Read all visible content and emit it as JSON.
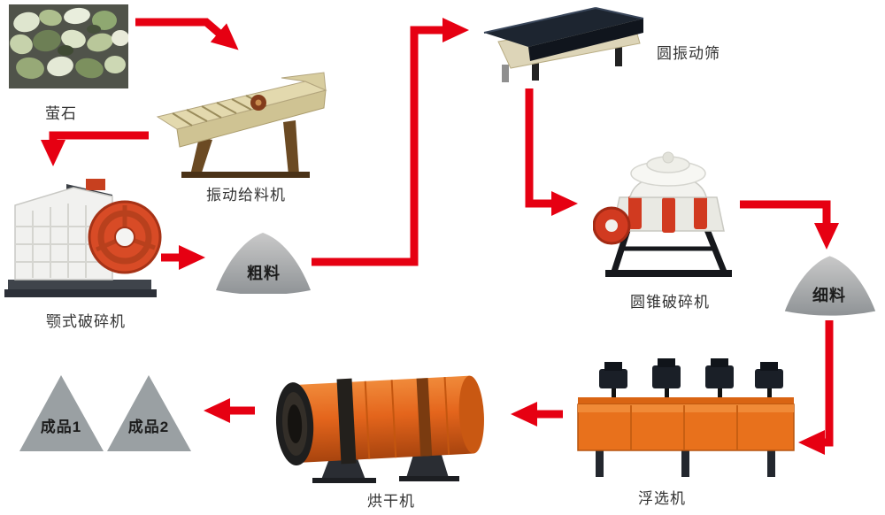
{
  "colors": {
    "arrow": "#e60012",
    "pile_fill_top": "#c9c9c9",
    "pile_fill_bottom": "#8f9396",
    "triangle_fill": "#9aa0a3",
    "label_color": "#333333"
  },
  "nodes": {
    "fluorite": {
      "label": "萤石"
    },
    "feeder": {
      "label": "振动给料机"
    },
    "jaw_crusher": {
      "label": "颚式破碎机"
    },
    "coarse": {
      "label": "粗料"
    },
    "screen": {
      "label": "圆振动筛"
    },
    "cone_crusher": {
      "label": "圆锥破碎机"
    },
    "fine": {
      "label": "细料"
    },
    "flotation": {
      "label": "浮选机"
    },
    "dryer": {
      "label": "烘干机"
    },
    "product1": {
      "label": "成品1"
    },
    "product2": {
      "label": "成品2"
    }
  },
  "flow": [
    {
      "from": "萤石",
      "to": "振动给料机"
    },
    {
      "from": "振动给料机",
      "to": "颚式破碎机"
    },
    {
      "from": "颚式破碎机",
      "to": "粗料"
    },
    {
      "from": "粗料",
      "to": "圆振动筛"
    },
    {
      "from": "圆振动筛",
      "to": "圆锥破碎机"
    },
    {
      "from": "圆锥破碎机",
      "to": "细料"
    },
    {
      "from": "细料",
      "to": "浮选机"
    },
    {
      "from": "浮选机",
      "to": "烘干机"
    },
    {
      "from": "烘干机",
      "to": "成品2"
    },
    {
      "from": "烘干机",
      "to": "成品1"
    }
  ]
}
